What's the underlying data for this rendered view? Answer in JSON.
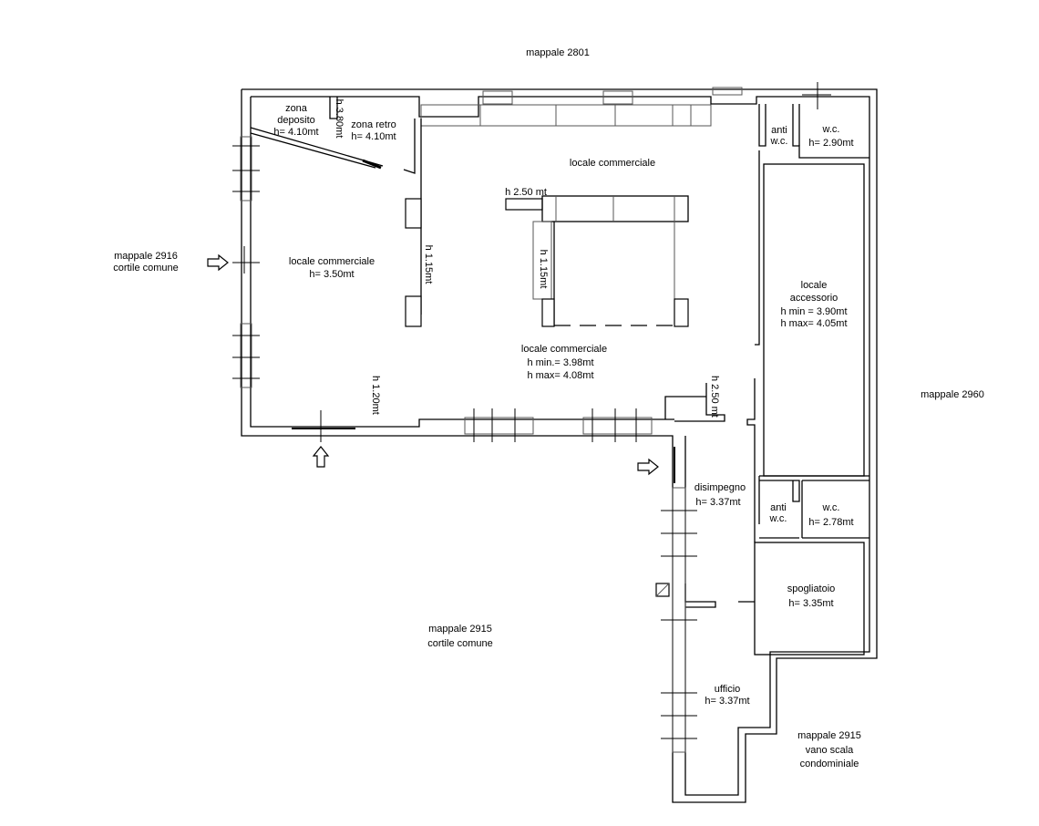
{
  "plan": {
    "neighbors": {
      "north": "mappale 2801",
      "west": [
        "mappale 2916",
        "cortile comune"
      ],
      "east": "mappale 2960",
      "south": [
        "mappale 2915",
        "cortile comune"
      ],
      "stair": [
        "mappale 2915",
        "vano scala",
        "condominiale"
      ]
    },
    "rooms": {
      "zona_deposito": [
        "zona",
        "deposito",
        "h= 4.10mt"
      ],
      "zona_retro": [
        "zona retro",
        "h= 4.10mt"
      ],
      "h_380": "h 3.80mt",
      "anti_wc_top": [
        "anti",
        "w.c."
      ],
      "wc_top": [
        "w.c.",
        "h= 2.90mt"
      ],
      "locale_commerciale_top": "locale commerciale",
      "h_250_top": "h 2.50 mt",
      "h_115_left": "h 1.15mt",
      "h_115_center": "h 1.15mt",
      "locale_commerciale_west": [
        "locale commerciale",
        "h= 3.50mt"
      ],
      "locale_accessorio": [
        "locale",
        "accessorio",
        "h min = 3.90mt",
        "h max= 4.05mt"
      ],
      "locale_commerciale_main": [
        "locale commerciale",
        "h min.= 3.98mt",
        "h max= 4.08mt"
      ],
      "h_120": "h 1.20mt",
      "h_250_right": "h 2.50 mt",
      "disimpegno": [
        "disimpegno",
        "h= 3.37mt"
      ],
      "anti_wc_bottom": [
        "anti",
        "w.c."
      ],
      "wc_bottom": [
        "w.c.",
        "h= 2.78mt"
      ],
      "spogliatoio": [
        "spogliatoio",
        "h= 3.35mt"
      ],
      "ufficio": [
        "ufficio",
        "h= 3.37mt"
      ]
    },
    "icons": [
      "entrance-arrow-icon"
    ]
  }
}
